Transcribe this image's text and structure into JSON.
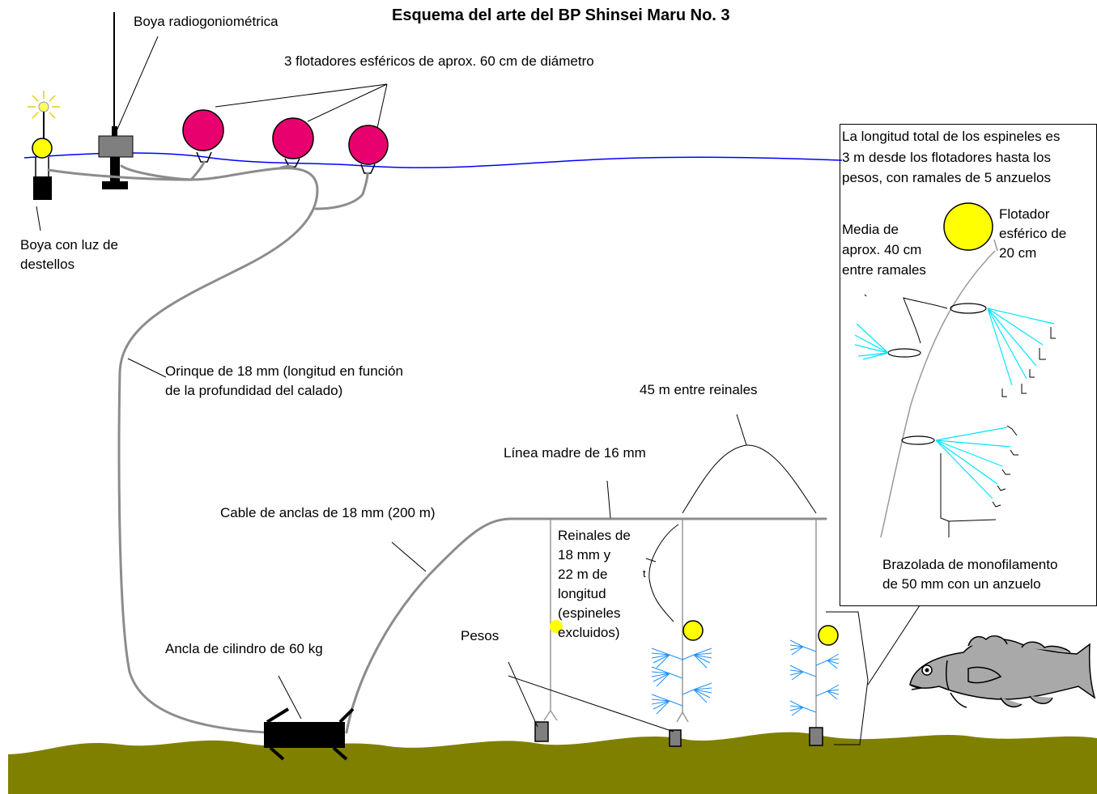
{
  "title": "Esquema del arte del BP Shinsei Maru No. 3",
  "labels": {
    "radio_buoy": "Boya radiogoniométrica",
    "floats": "3 flotadores esféricos de aprox. 60 cm de diámetro",
    "light_buoy_1": "Boya con luz de",
    "light_buoy_2": "destellos",
    "buoy_line_1": "Orinque de 18 mm (longitud en función",
    "buoy_line_2": "de la profundidad del calado)",
    "branch_spacing": "45 m entre reinales",
    "main_line": "Línea madre de 16 mm",
    "anchor_cable": "Cable de anclas de 18 mm (200 m)",
    "anchor": "Ancla de cilindro de 60 kg",
    "weights": "Pesos",
    "branchlines_1": "Reinales de",
    "branchlines_2": "18 mm y",
    "branchlines_3": "22 m de",
    "branchlines_4": "longitud",
    "branchlines_5": "(espineles",
    "branchlines_6": "excluidos)",
    "stray_mark": "t",
    "inset_1": "La longitud total de los espineles  es",
    "inset_2": "3 m desde los flotadores hasta los",
    "inset_3": "pesos, con ramales de 5 anzuelos",
    "spacing_1": "Media de",
    "spacing_2": "aprox. 40 cm",
    "spacing_3": "entre ramales",
    "small_float_1": "Flotador",
    "small_float_2": "esférico de",
    "small_float_3": "20 cm",
    "snood_1": "Brazolada de  monofilamento",
    "snood_2": "de 50 mm con un anzuelo"
  },
  "colors": {
    "water_line": "#0000ff",
    "float_large": "#e8006e",
    "float_small": "#ffff00",
    "seabed": "#808000",
    "rope": "#8c8c8c",
    "snood": "#00e5ff",
    "snood_small": "#1e90ff",
    "fish": "#a9a9a9"
  }
}
